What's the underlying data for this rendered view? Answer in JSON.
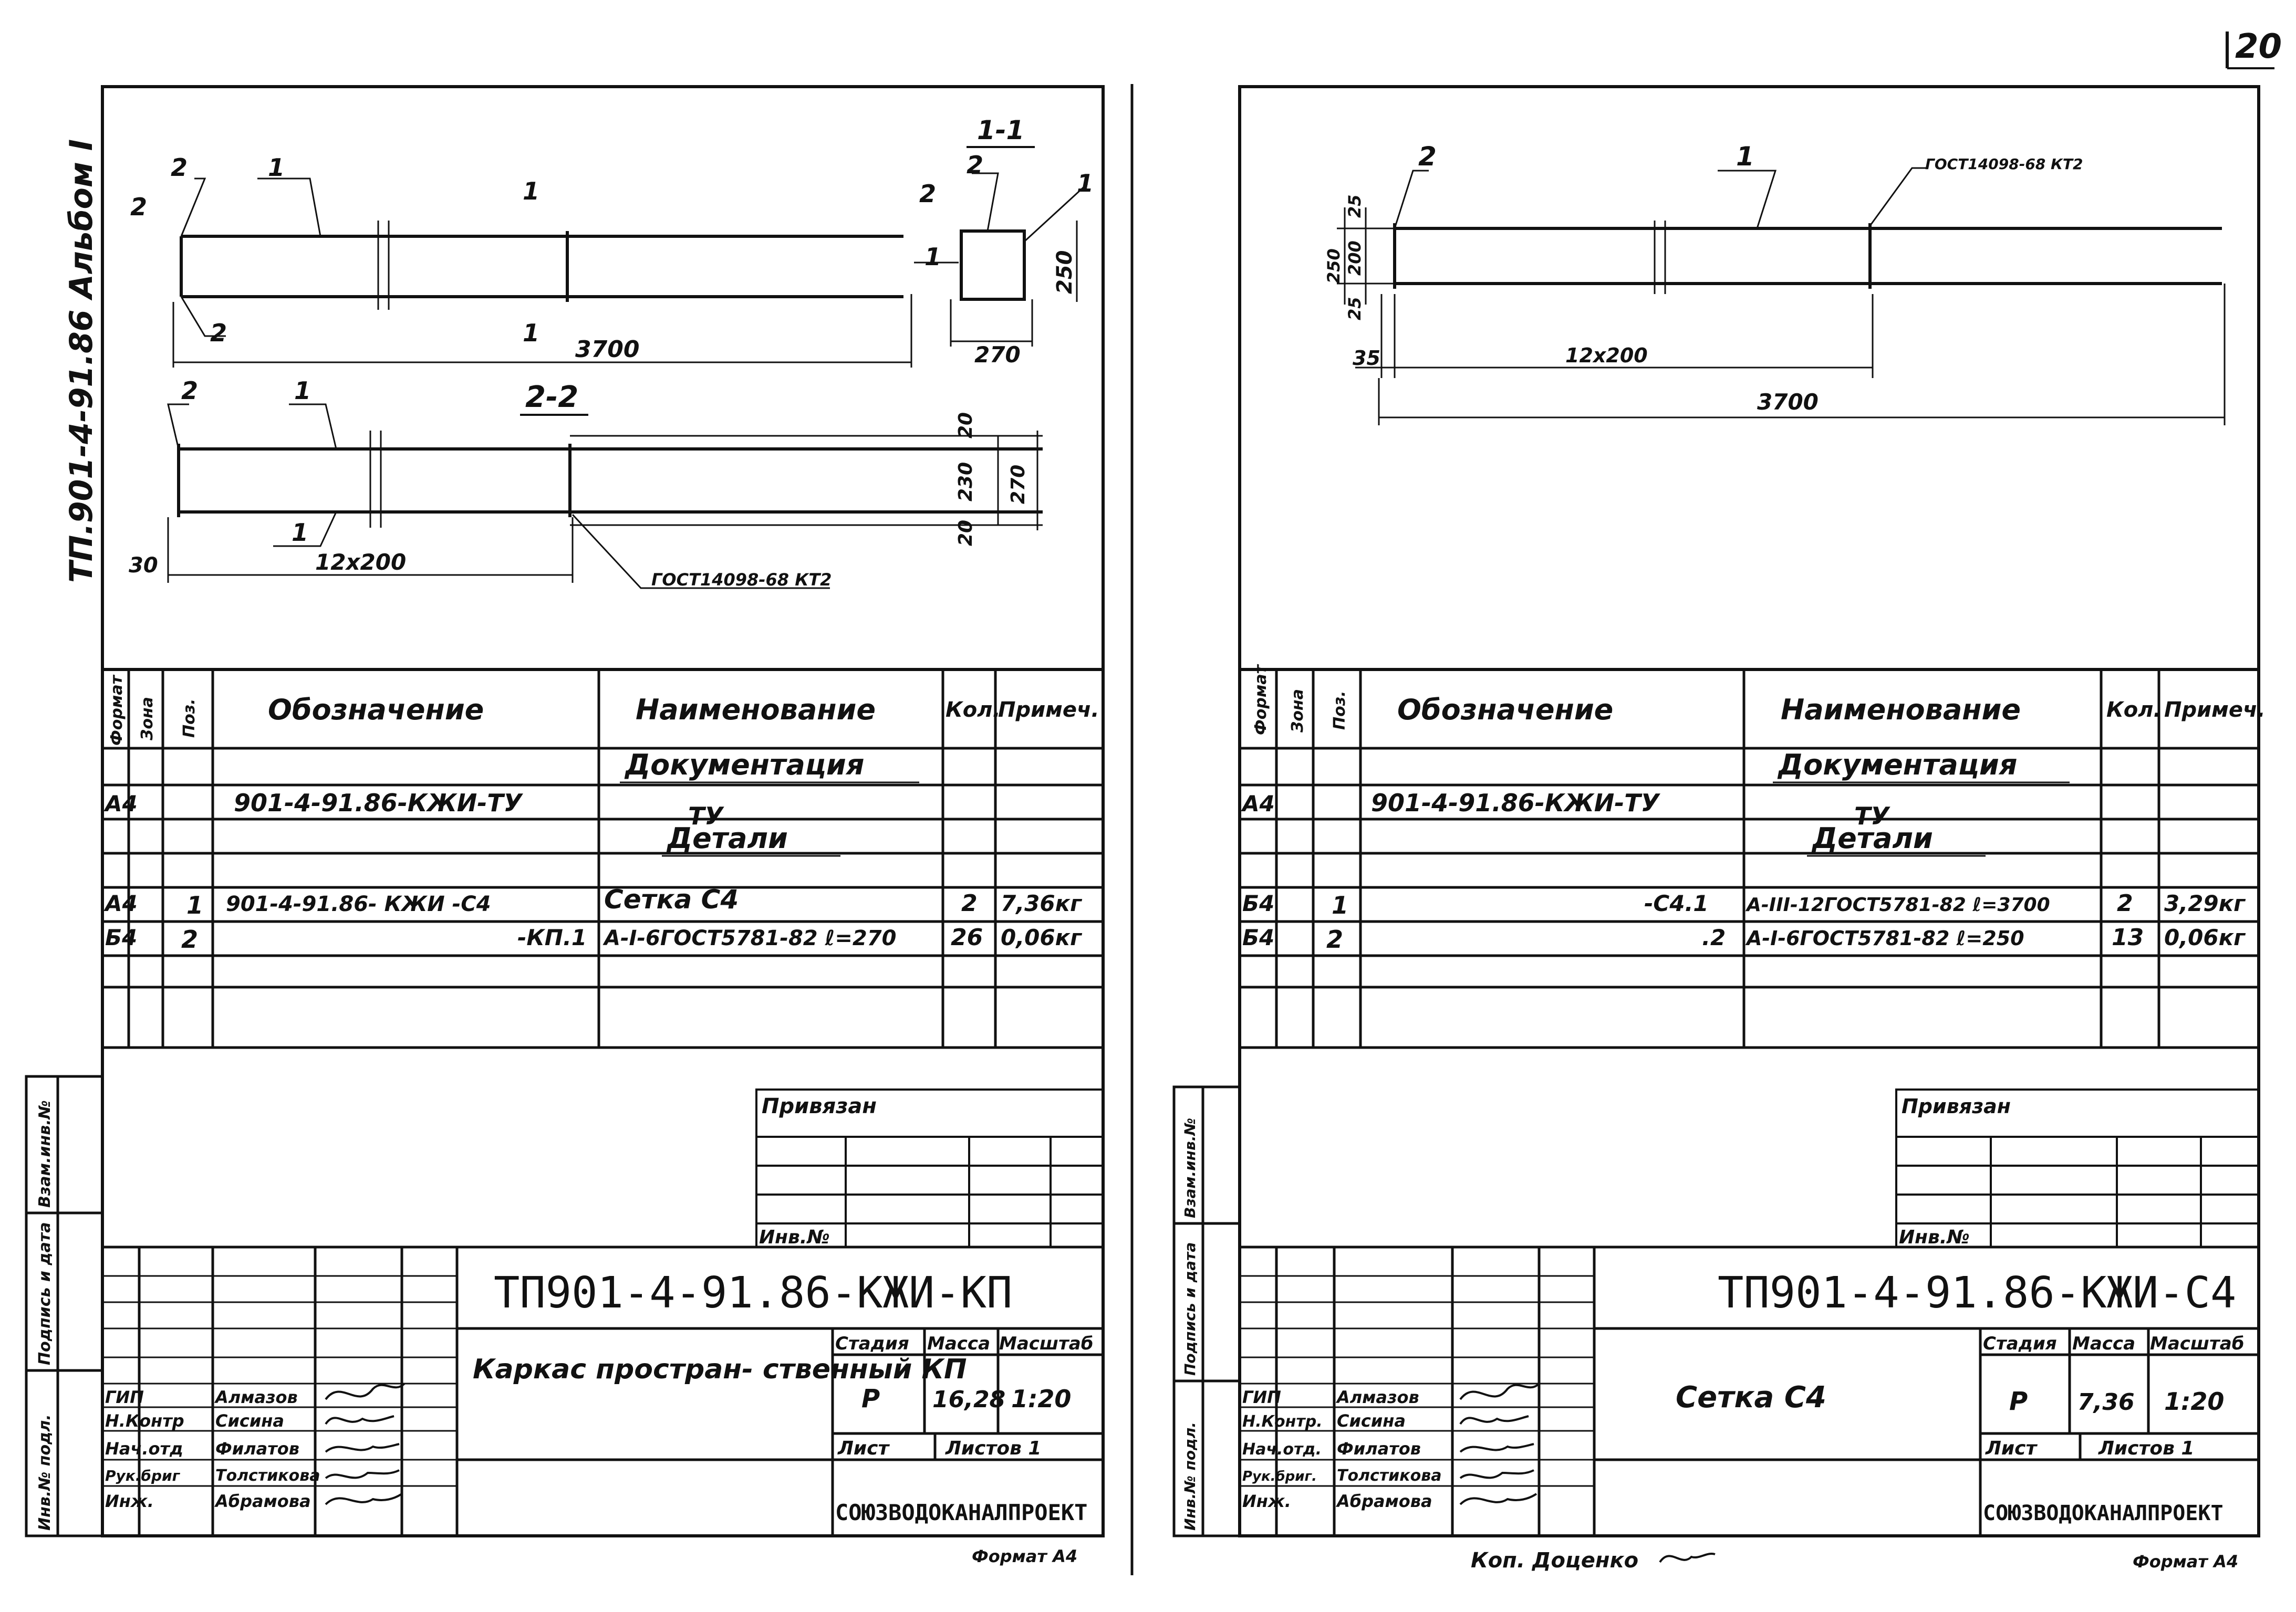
{
  "page_number": "20",
  "album_label": "ТП.901-4-91.86 Альбом I",
  "left": {
    "drawing": {
      "section_1_1": "1-1",
      "section_2_2": "2-2",
      "marks": [
        "1",
        "2",
        "1",
        "2",
        "2",
        "1",
        "1",
        "1",
        "2",
        "1",
        "1",
        "1"
      ],
      "dim_3700": "3700",
      "dim_270": "270",
      "dim_250": "250",
      "dim_270b": "270",
      "dim_230": "230",
      "dim_20a": "20",
      "dim_20b": "20",
      "dim_30": "30",
      "dim_12x200": "12x200",
      "weld_note": "ГОСТ14098-68 КТ2"
    },
    "spec": {
      "headers": {
        "format": "Формат",
        "zone": "Зона",
        "pos": "Поз.",
        "designation": "Обозначение",
        "name": "Наименование",
        "qty": "Кол.",
        "note": "Примеч."
      },
      "section_doc": "Документация",
      "section_details": "Детали",
      "rows": [
        {
          "format": "А4",
          "zone": "",
          "pos": "",
          "designation": "901-4-91.86-КЖИ-ТУ",
          "name": "ТУ",
          "qty": "",
          "note": ""
        },
        {
          "format": "А4",
          "zone": "",
          "pos": "1",
          "designation": "901-4-91.86- КЖИ -С4",
          "name": "Сетка С4",
          "qty": "2",
          "note": "7,36кг"
        },
        {
          "format": "Б4",
          "zone": "",
          "pos": "2",
          "designation": "-КП.1",
          "name": "А-I-6ГОСТ5781-82 ℓ=270",
          "qty": "26",
          "note": "0,06кг"
        }
      ]
    },
    "stamp": {
      "privyazan": "Привязан",
      "inv_no": "Инв.№",
      "code": "ТП901-4-91.86-КЖИ-КП",
      "title": "Каркас простран- ственный КП",
      "stage_label": "Стадия",
      "mass_label": "Масса",
      "scale_label": "Масштаб",
      "stage": "Р",
      "mass": "16,28",
      "scale": "1:20",
      "sheet_label": "Лист",
      "sheets_label": "Листов 1",
      "org": "СОЮЗВОДОКАНАЛПРОЕКТ",
      "roles": [
        "ГИП",
        "Н.Контр",
        "Нач.отд",
        "Рук.бриг",
        "Инж."
      ],
      "names": [
        "Алмазов",
        "Сисина",
        "Филатов",
        "Толстикова",
        "Абрамова"
      ],
      "format": "Формат А4",
      "side_labels": [
        "Инв.№ подл.",
        "Подпись и дата",
        "Взам.инв.№"
      ]
    }
  },
  "right": {
    "drawing": {
      "marks": [
        "2",
        "1"
      ],
      "weld_note": "ГОСТ14098-68 КТ2",
      "dim_250": "250",
      "dim_25a": "25",
      "dim_200": "200",
      "dim_25b": "25",
      "dim_35": "35",
      "dim_12x200": "12x200",
      "dim_3700": "3700"
    },
    "spec": {
      "headers": {
        "format": "Формат",
        "zone": "Зона",
        "pos": "Поз.",
        "designation": "Обозначение",
        "name": "Наименование",
        "qty": "Кол.",
        "note": "Примеч."
      },
      "section_doc": "Документация",
      "section_details": "Детали",
      "rows": [
        {
          "format": "А4",
          "zone": "",
          "pos": "",
          "designation": "901-4-91.86-КЖИ-ТУ",
          "name": "ТУ",
          "qty": "",
          "note": ""
        },
        {
          "format": "Б4",
          "zone": "",
          "pos": "1",
          "designation": "-С4.1",
          "name": "А-III-12ГОСТ5781-82 ℓ=3700",
          "qty": "2",
          "note": "3,29кг"
        },
        {
          "format": "Б4",
          "zone": "",
          "pos": "2",
          "designation": ".2",
          "name": "А-I-6ГОСТ5781-82 ℓ=250",
          "qty": "13",
          "note": "0,06кг"
        }
      ]
    },
    "stamp": {
      "privyazan": "Привязан",
      "inv_no": "Инв.№",
      "code": "ТП901-4-91.86-КЖИ-С4",
      "title": "Сетка С4",
      "stage_label": "Стадия",
      "mass_label": "Масса",
      "scale_label": "Масштаб",
      "stage": "Р",
      "mass": "7,36",
      "scale": "1:20",
      "sheet_label": "Лист",
      "sheets_label": "Листов 1",
      "org": "СОЮЗВОДОКАНАЛПРОЕКТ",
      "roles": [
        "ГИП",
        "Н.Контр.",
        "Нач.отд.",
        "Рук.бриг.",
        "Инж."
      ],
      "names": [
        "Алмазов",
        "Сисина",
        "Филатов",
        "Толстикова",
        "Абрамова"
      ],
      "format": "Формат А4",
      "copied": "Коп. Доценко",
      "side_labels": [
        "Инв.№ подл.",
        "Подпись и дата",
        "Взам.инв.№"
      ]
    }
  }
}
